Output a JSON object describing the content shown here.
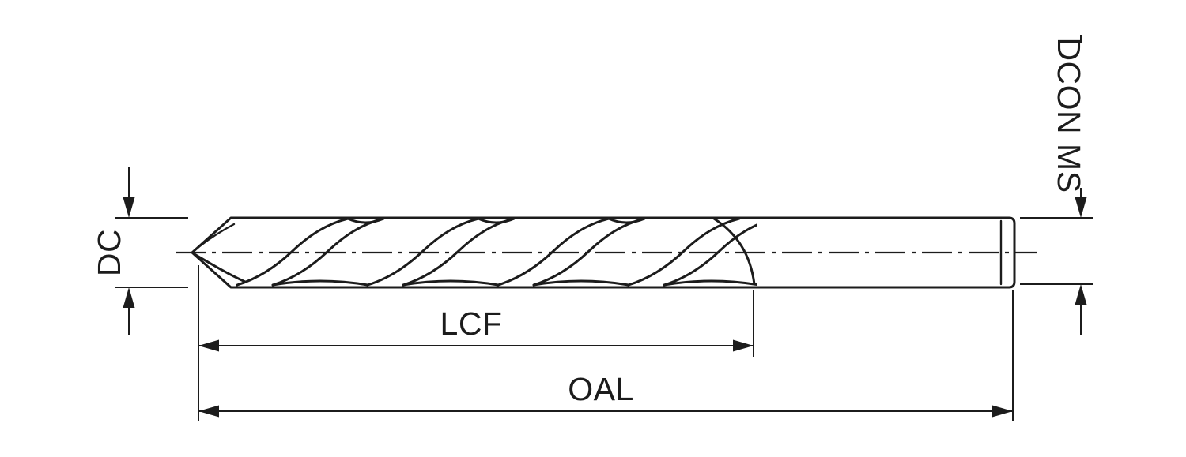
{
  "diagram": {
    "labels": {
      "dc": "DC",
      "lcf": "LCF",
      "oal": "OAL",
      "dcon_ms": "DCON MS"
    },
    "colors": {
      "line": "#1c1c1c",
      "background": "#ffffff",
      "metal_dark": "#9aa0a4",
      "metal_mid": "#d5d9db",
      "metal_light": "#fbfbfc"
    }
  }
}
